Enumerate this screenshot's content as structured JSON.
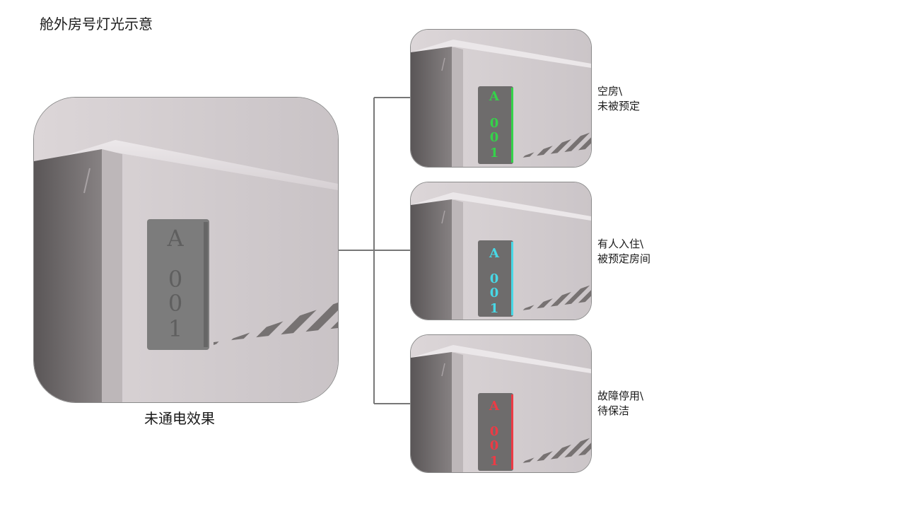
{
  "title": "舱外房号灯光示意",
  "main": {
    "caption": "未通电效果",
    "plate_text": [
      "A",
      "0",
      "0",
      "1"
    ],
    "plate_color": "#7c7c7c"
  },
  "states": [
    {
      "id": "vacant",
      "line1": "空房\\",
      "line2": "未被预定",
      "light_color": "#35d24a",
      "plate_text": [
        "A",
        "0",
        "0",
        "1"
      ]
    },
    {
      "id": "occupied",
      "line1": "有人入住\\",
      "line2": "被预定房间",
      "light_color": "#48d8e6",
      "plate_text": [
        "A",
        "0",
        "0",
        "1"
      ]
    },
    {
      "id": "fault",
      "line1": "故障停用\\",
      "line2": "待保洁",
      "light_color": "#ec3b45",
      "plate_text": [
        "A",
        "0",
        "0",
        "1"
      ]
    }
  ],
  "colors": {
    "connector": "#777777",
    "panel_border": "#8a8a8a"
  }
}
